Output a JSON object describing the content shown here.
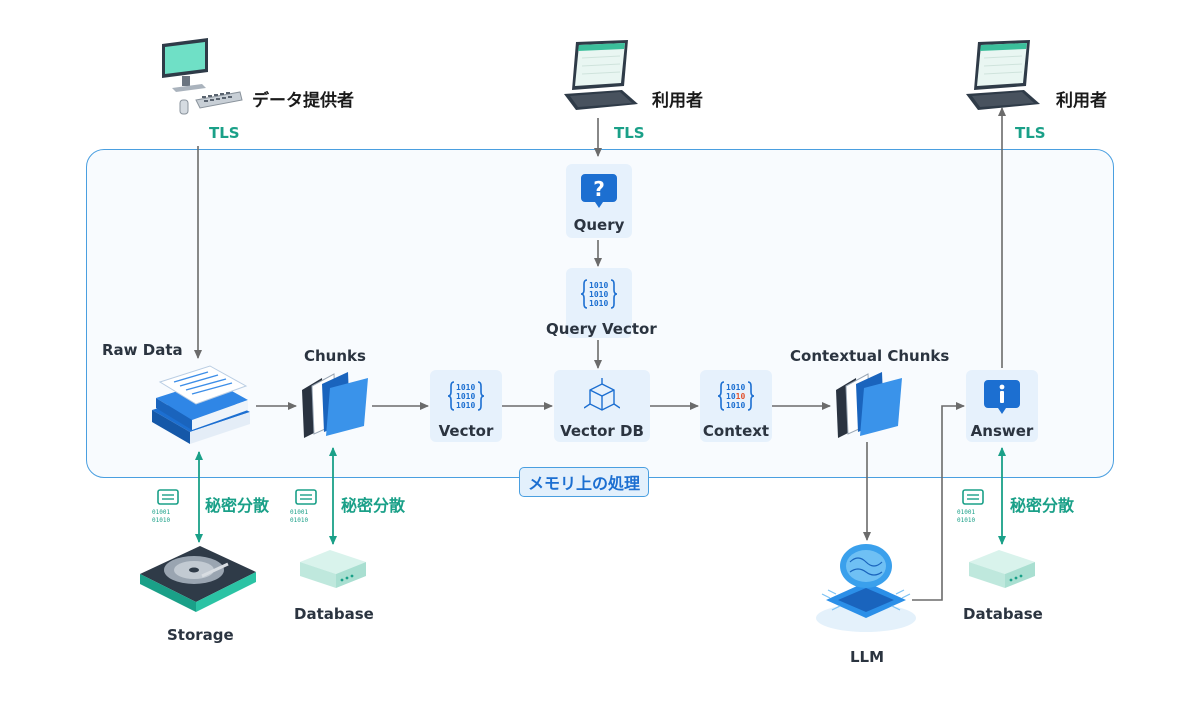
{
  "actors": {
    "provider": "データ提供者",
    "user_query": "利用者",
    "user_answer": "利用者"
  },
  "tls": {
    "left": "TLS",
    "middle": "TLS",
    "right": "TLS"
  },
  "memory_label": "メモリ上の処理",
  "nodes": {
    "raw_data": "Raw Data",
    "chunks": "Chunks",
    "vector": "Vector",
    "query": "Query",
    "query_vector": "Query Vector",
    "vector_db": "Vector DB",
    "context": "Context",
    "contextual_chunks": "Contextual Chunks",
    "answer": "Answer"
  },
  "secret_sharing": {
    "left": "秘密分散",
    "middle": "秘密分散",
    "right": "秘密分散"
  },
  "storage": {
    "storage": "Storage",
    "database_left": "Database",
    "llm": "LLM",
    "database_right": "Database"
  },
  "colors": {
    "accent_blue": "#1c6fd1",
    "teal": "#1aa088",
    "arrow_gray": "#6b6b6b",
    "node_bg": "#e6f1fc"
  },
  "icons": {
    "provider": "desktop-computer-icon",
    "user": "laptop-icon",
    "query": "question-bubble-icon",
    "vector": "binary-vector-icon",
    "vector_db": "cube-icon",
    "raw_data": "document-stack-icon",
    "chunks": "folders-icon",
    "answer": "info-bubble-icon",
    "storage": "hard-disk-icon",
    "database": "server-box-icon",
    "llm": "ai-chip-icon",
    "secret_sharing": "shard-data-icon"
  }
}
